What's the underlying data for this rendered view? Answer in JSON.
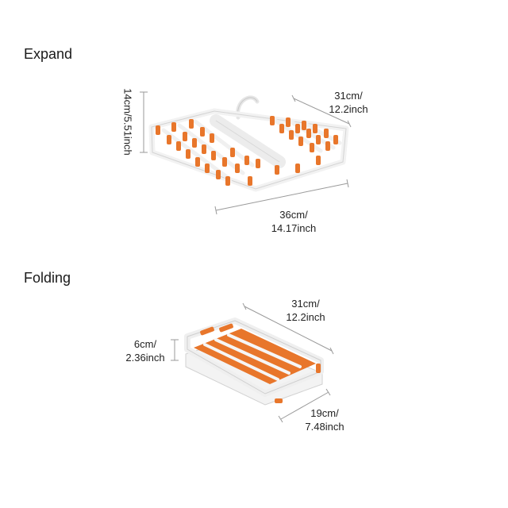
{
  "expand": {
    "title": "Expand",
    "height_dim": "14cm/5.51inch",
    "depth_dim": {
      "line1": "31cm/",
      "line2": "12.2inch"
    },
    "width_dim": {
      "line1": "36cm/",
      "line2": "14.17inch"
    }
  },
  "folding": {
    "title": "Folding",
    "depth_dim": {
      "line1": "31cm/",
      "line2": "12.2inch"
    },
    "height_dim": {
      "line1": "6cm/",
      "line2": "2.36inch"
    },
    "width_dim": {
      "line1": "19cm/",
      "line2": "7.48inch"
    }
  },
  "colors": {
    "frame": "#f4f4f4",
    "frame_edge": "#cfcfcf",
    "clip": "#e8762b",
    "line": "#9a9a9a"
  }
}
